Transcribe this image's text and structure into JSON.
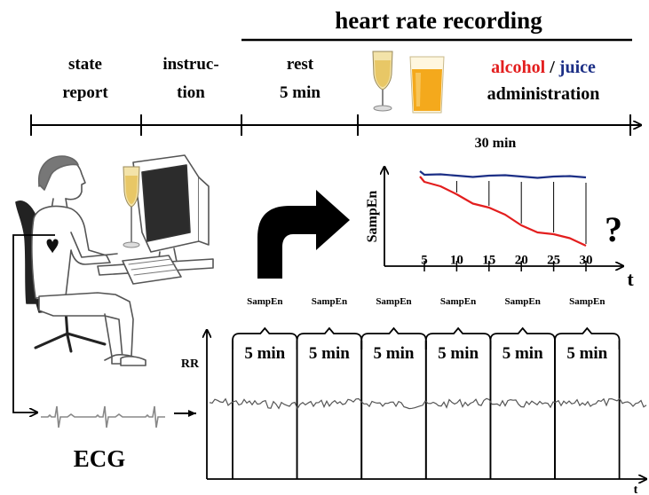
{
  "header": {
    "recording_title": "heart rate recording"
  },
  "timeline": {
    "phases": [
      {
        "line1": "state",
        "line2": "report"
      },
      {
        "line1": "instruc-",
        "line2": "tion"
      },
      {
        "line1": "rest",
        "line2": "5 min"
      }
    ],
    "administration": {
      "alcohol": "alcohol",
      "separator": " / ",
      "juice": "juice",
      "label": "administration"
    },
    "duration_label": "30 min",
    "time_axis_label": "t"
  },
  "colors": {
    "alcohol": "#e31e1e",
    "juice": "#1c2f86",
    "ink": "#000000"
  },
  "sampen_chart": {
    "ylabel": "SampEn",
    "xlabel": "t",
    "question_mark": "?",
    "chart_data": {
      "type": "line",
      "x": [
        5,
        10,
        15,
        20,
        25,
        30
      ],
      "x_tick_labels": [
        "5",
        "10",
        "15",
        "20",
        "25",
        "30"
      ],
      "series": [
        {
          "color": "#1c2f86",
          "values": [
            0.93,
            0.92,
            0.92,
            0.91,
            0.91,
            0.9
          ]
        },
        {
          "color": "#e31e1e",
          "values": [
            0.85,
            0.71,
            0.56,
            0.36,
            0.26,
            0.13
          ]
        }
      ]
    }
  },
  "windows": {
    "sampen_label": "SampEn",
    "labels": [
      "SampEn",
      "SampEn",
      "SampEn",
      "SampEn",
      "SampEn",
      "SampEn"
    ],
    "durations": [
      "5 min",
      "5 min",
      "5 min",
      "5 min",
      "5 min",
      "5 min"
    ]
  },
  "rr_plot": {
    "ylabel": "RR",
    "xlabel": "t"
  },
  "ecg": {
    "label": "ECG"
  },
  "icons": [
    "person-at-computer-icon",
    "heart-icon",
    "champagne-glass-icon",
    "juice-glass-icon",
    "curved-arrow-icon"
  ]
}
